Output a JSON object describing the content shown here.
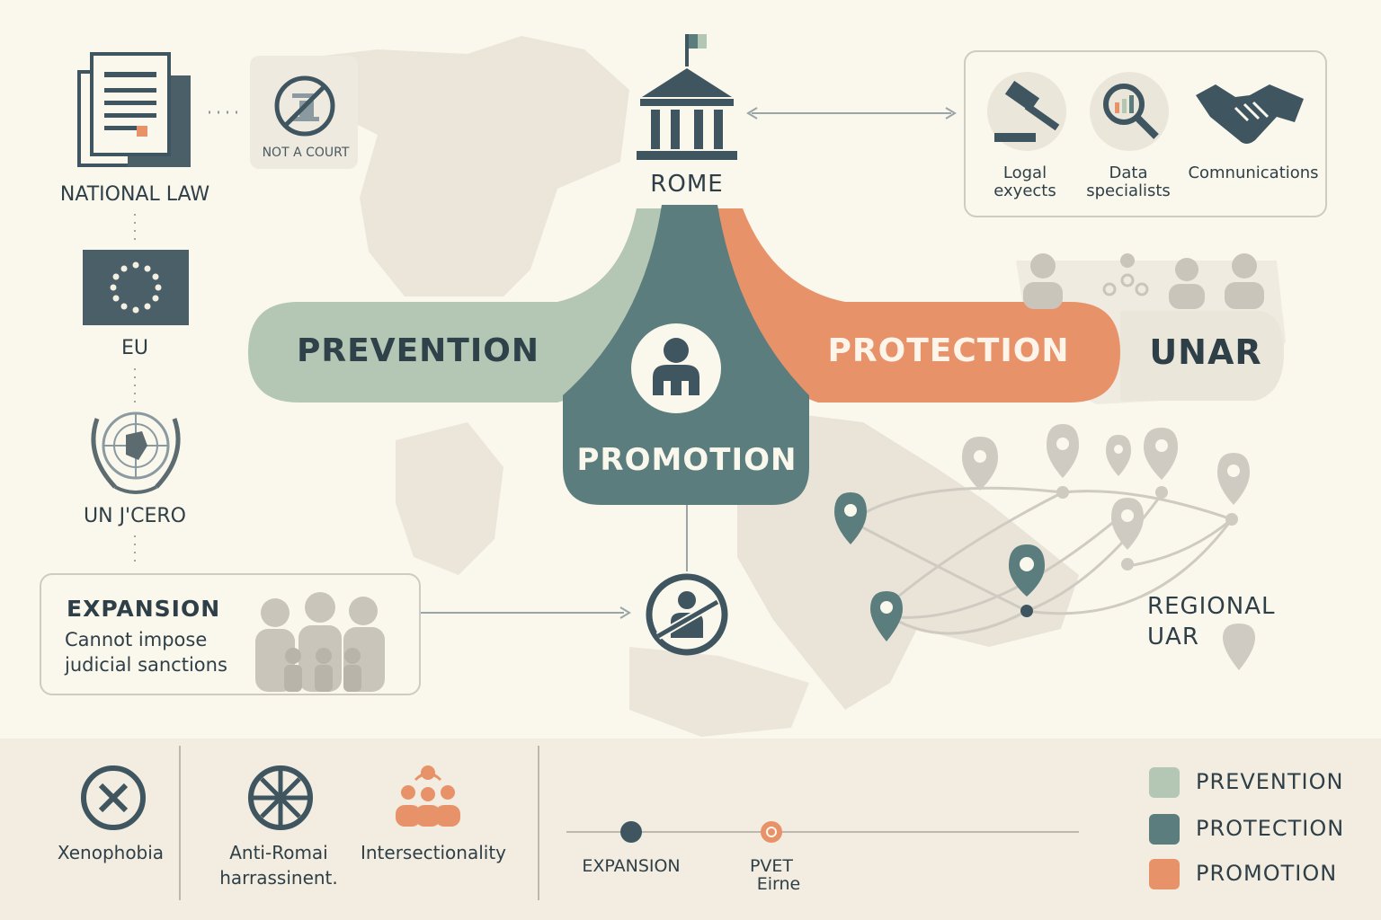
{
  "left_column": {
    "national_law": "NATIONAL LAW",
    "eu": "EU",
    "un": "UN J'CERO",
    "not_court": "NOT A COURT"
  },
  "expansion_box": {
    "title": "EXPANSION",
    "line1": "Cannot impose",
    "line2": "judicial sanctions"
  },
  "hub": {
    "rome": "ROME",
    "prevention": "PREVENTION",
    "protection": "PROTECTION",
    "promotion": "PROMOTION",
    "unar": "UNAR"
  },
  "experts": [
    {
      "line1": "Logal",
      "line2": "exyects"
    },
    {
      "line1": "Data",
      "line2": "specialists"
    },
    {
      "line1": "Comnunications",
      "line2": ""
    }
  ],
  "regional": {
    "line1": "REGIONAL",
    "line2": "UAR"
  },
  "bottom": {
    "items": [
      {
        "label1": "Xenophobia",
        "label2": ""
      },
      {
        "label1": "Anti-Romai",
        "label2": "harrassinent."
      },
      {
        "label1": "Intersectionality",
        "label2": ""
      }
    ],
    "timeline": [
      {
        "label1": "EXPANSION",
        "label2": ""
      },
      {
        "label1": "PVET",
        "label2": "Eirne"
      }
    ]
  },
  "legend": [
    {
      "label": "PREVENTION",
      "color": "#b4c6b4"
    },
    {
      "label": "PROTECTION",
      "color": "#5b7d7d"
    },
    {
      "label": "PROMOTION",
      "color": "#e8926a"
    }
  ],
  "colors": {
    "sage": "#b4c6b4",
    "teal": "#5b7d7d",
    "orange": "#e8926a",
    "dark": "#3f5560",
    "map": "#e6e1d4"
  }
}
